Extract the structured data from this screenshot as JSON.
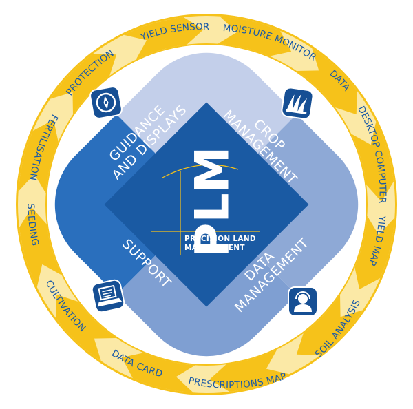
{
  "colors": {
    "ring_yellow": "#f6c21a",
    "ring_pale": "#fbe9a6",
    "label_blue": "#1b5aa6",
    "petal_guidance": "#c3cfea",
    "petal_crop": "#8ea9d6",
    "petal_support": "#2a6fbd",
    "petal_data": "#7f9fd2",
    "center_diamond": "#1a5aa3",
    "icon_tile": "#164f94"
  },
  "ring": {
    "labels": [
      "YIELD SENSOR",
      "MOISTURE MONITOR",
      "DATA",
      "DESKTOP COMPUTER",
      "YIELD MAP",
      "SOIL ANALYSIS",
      "PRESCRIPTIONS MAP",
      "DATA CARD",
      "CULTIVATION",
      "SEEDING",
      "FERTILISATION",
      "PROTECTION"
    ]
  },
  "petals": {
    "guidance": {
      "line1": "GUIDANCE",
      "line2": "AND DISPLAYS",
      "icon": "compass-icon"
    },
    "crop": {
      "line1": "CROP",
      "line2": "MANAGEMENT",
      "icon": "grass-icon"
    },
    "support": {
      "line1": "SUPPORT",
      "icon": "laptop-icon"
    },
    "data": {
      "line1": "DATA",
      "line2": "MANAGEMENT",
      "icon": "headset-user-icon"
    }
  },
  "logo": {
    "letters": "PLM",
    "line1": "PRECISION LAND",
    "line2": "MANAGEMENT"
  }
}
